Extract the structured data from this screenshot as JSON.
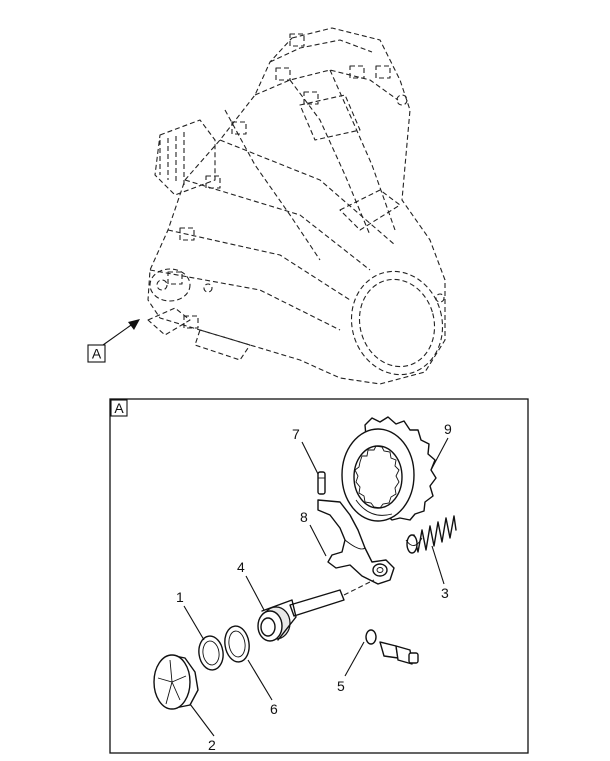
{
  "view_label": "A",
  "callouts": {
    "c1": "1",
    "c2": "2",
    "c3": "3",
    "c4": "4",
    "c5": "5",
    "c6": "6",
    "c7": "7",
    "c8": "8",
    "c9": "9"
  }
}
